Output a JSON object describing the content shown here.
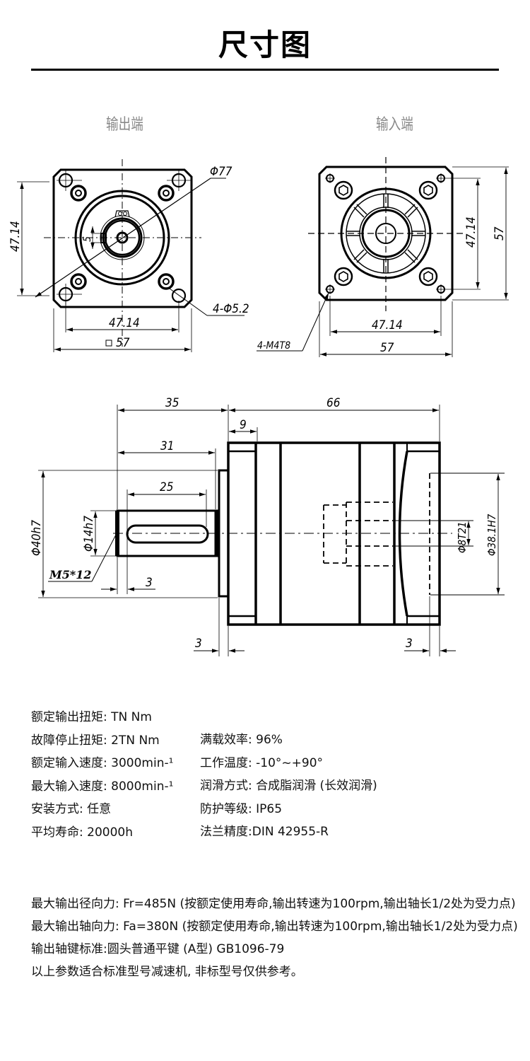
{
  "header": {
    "title": "尺寸图"
  },
  "views": {
    "output_end": {
      "label": "输出端",
      "dims": {
        "flange_diameter": "Φ77",
        "bolt_spacing_v": "47.14",
        "bolt_spacing_h": "47.14",
        "square": "57",
        "holes": "4-Φ5.2",
        "key_width": "5"
      },
      "square_symbol": "□"
    },
    "input_end": {
      "label": "输入端",
      "dims": {
        "bolt_spacing_v": "47.14",
        "height": "57",
        "bolt_spacing_h": "47.14",
        "width": "57",
        "threads": "4-M4",
        "thread_depth_symbol": "T",
        "thread_depth": "8"
      }
    },
    "side": {
      "dims": {
        "shaft_total": "35",
        "body_length": "66",
        "flange_thick": "9",
        "shaft_len": "31",
        "key_len": "25",
        "pilot_dia": "Φ40h7",
        "shaft_dia": "Φ14h7",
        "center_hole": "M5*12",
        "key_offset": "3",
        "pilot_step": "3",
        "rear_step": "3",
        "input_bore": "Φ8T21",
        "input_pilot": "Φ38.1H7"
      }
    }
  },
  "specs": {
    "left": [
      {
        "label": "额定输出扭矩:",
        "value": "TN Nm"
      },
      {
        "label": "故障停止扭矩:",
        "value": "2TN Nm"
      },
      {
        "label": "额定输入速度:",
        "value": "3000min-¹"
      },
      {
        "label": "最大输入速度:",
        "value": "8000min-¹"
      },
      {
        "label": "安装方式:",
        "value": "任意"
      },
      {
        "label": "平均寿命:",
        "value": "20000h"
      }
    ],
    "right": [
      {
        "label": "满载效率:",
        "value": "96%"
      },
      {
        "label": "工作温度:",
        "value": "-10°~+90°"
      },
      {
        "label": "润滑方式:",
        "value": "合成脂润滑 (长效润滑)"
      },
      {
        "label": "防护等级:",
        "value": "IP65"
      },
      {
        "label": "法兰精度:",
        "value": "DIN 42955-R"
      }
    ]
  },
  "notes": [
    "最大输出径向力: Fr=485N (按额定使用寿命,输出转速为100rpm,输出轴长1/2处为受力点)",
    "最大输出轴向力: Fa=380N (按额定使用寿命,输出转速为100rpm,输出轴长1/2处为受力点)",
    "输出轴键标准:圆头普通平键 (A型) GB1096-79",
    "以上参数适合标准型号减速机, 非标型号仅供参考。"
  ]
}
